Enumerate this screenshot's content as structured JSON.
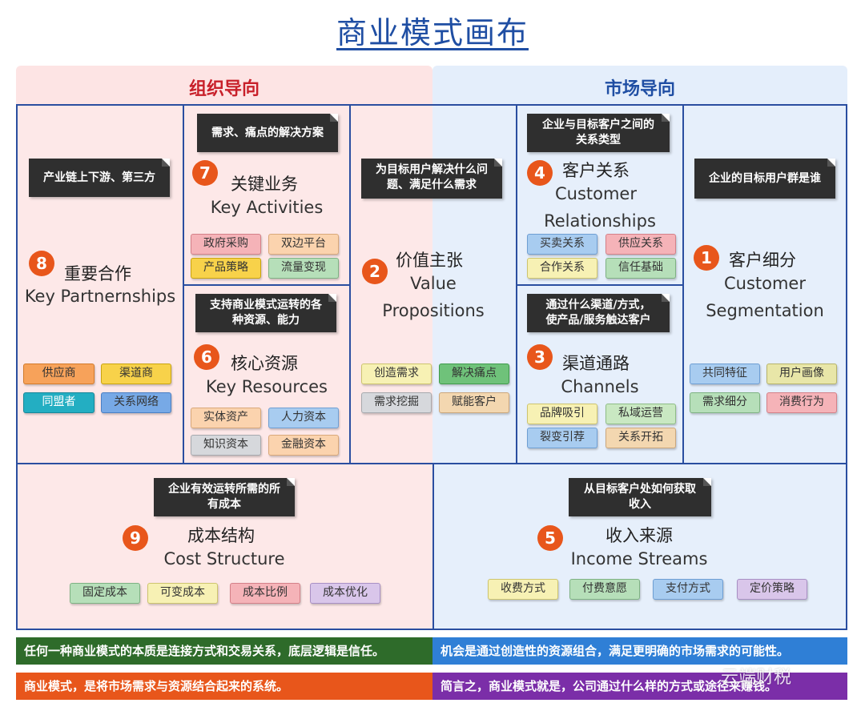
{
  "title": "商业模式画布",
  "bands": {
    "left": "组织导向",
    "right": "市场导向"
  },
  "kp": {
    "callout": "产业链上下游、第三方",
    "num": "8",
    "cn": "重要合作",
    "en": "Key Partnernships",
    "tags": [
      "供应商",
      "渠道商",
      "同盟者",
      "关系网络"
    ]
  },
  "ka": {
    "callout": "需求、痛点的解决方案",
    "num": "7",
    "cn": "关键业务",
    "en": "Key Activities",
    "tags": [
      "政府采购",
      "双边平台",
      "产品策略",
      "流量变现"
    ]
  },
  "kr": {
    "callout_l1": "支持商业模式运转的各",
    "callout_l2": "种资源、能力",
    "num": "6",
    "cn": "核心资源",
    "en": "Key Resources",
    "tags": [
      "实体资产",
      "人力资本",
      "知识资本",
      "金融资本"
    ]
  },
  "vp": {
    "callout_l1": "为目标用户解决什么问",
    "callout_l2": "题、满足什么需求",
    "num": "2",
    "cn": "价值主张",
    "en1": "Value",
    "en2": "Propositions",
    "tags": [
      "创造需求",
      "解决痛点",
      "需求挖掘",
      "赋能客户"
    ]
  },
  "cr": {
    "callout_l1": "企业与目标客户之间的",
    "callout_l2": "关系类型",
    "num": "4",
    "cn": "客户关系",
    "en1": "Customer",
    "en2": "Relationships",
    "tags": [
      "买卖关系",
      "供应关系",
      "合作关系",
      "信任基础"
    ]
  },
  "ch": {
    "callout_l1": "通过什么渠道/方式，",
    "callout_l2": "使产品/服务触达客户",
    "num": "3",
    "cn": "渠道通路",
    "en": "Channels",
    "tags": [
      "品牌吸引",
      "私域运营",
      "裂变引荐",
      "关系开拓"
    ]
  },
  "cs": {
    "callout": "企业的目标用户群是谁",
    "num": "1",
    "cn": "客户细分",
    "en1": "Customer",
    "en2": "Segmentation",
    "tags": [
      "共同特征",
      "用户画像",
      "需求细分",
      "消费行为"
    ]
  },
  "cost": {
    "callout_l1": "企业有效运转所需的所",
    "callout_l2": "有成本",
    "num": "9",
    "cn": "成本结构",
    "en": "Cost Structure",
    "tags": [
      "固定成本",
      "可变成本",
      "成本比例",
      "成本优化"
    ]
  },
  "rev": {
    "callout_l1": "从目标客户处如何获取",
    "callout_l2": "收入",
    "num": "5",
    "cn": "收入来源",
    "en": "Income Streams",
    "tags": [
      "收费方式",
      "付费意愿",
      "支付方式",
      "定价策略"
    ]
  },
  "bars": {
    "b1": "任何一种商业模式的本质是连接方式和交易关系，底层逻辑是信任。",
    "b2": "机会是通过创造性的资源组合，满足更明确的市场需求的可能性。",
    "b3": "商业模式，是将市场需求与资源结合起来的系统。",
    "b4": "简言之，商业模式就是，公司通过什么样的方式或途径来赚钱。"
  },
  "watermark": "云端财税",
  "colors": {
    "accent_blue": "#2a4ea0",
    "accent_red": "#c8202a",
    "badge": "#e8561b",
    "bar_green": "#2e6b2a",
    "bar_blue": "#2f7fd6",
    "bar_orange": "#e8561b",
    "bar_purple": "#7b2ea8"
  }
}
